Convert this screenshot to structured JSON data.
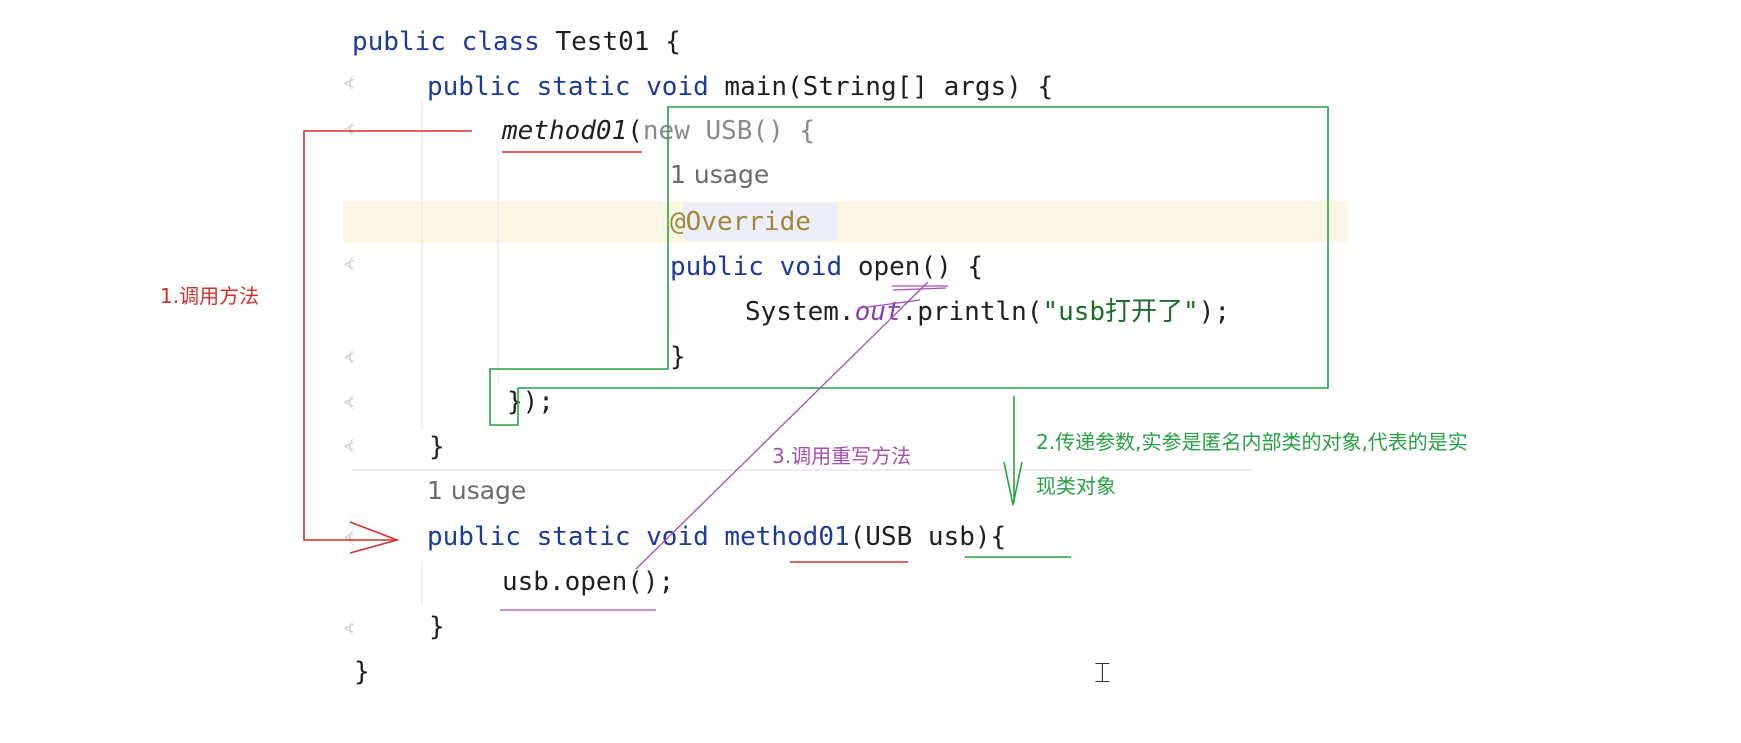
{
  "code": {
    "line1": {
      "kw": "public class",
      "rest": " Test01 {"
    },
    "line2": {
      "kw": "public static void",
      "rest": " main(String[] args) {"
    },
    "line3": {
      "call": "method01",
      "paren": "(",
      "anon": "new USB() {"
    },
    "hint1": "1 usage",
    "line4": {
      "anno": "@Override"
    },
    "line5": {
      "kw": "public void",
      "name": " open",
      "rest": "() {"
    },
    "line6": {
      "pre": "System.",
      "field": "out",
      "post": ".println(",
      "str": "\"usb打开了\"",
      "end": ");"
    },
    "line7": "}",
    "line8": "});",
    "line9": "}",
    "hint2": "1 usage",
    "line10": {
      "kw": "public static void",
      "name": " method01",
      "rest": "(USB usb){"
    },
    "line11": "usb.open();",
    "line12": "}",
    "line13": "}"
  },
  "annotations": {
    "step1": "1.调用方法",
    "step2_line1": "2.传递参数,实参是匿名内部类的对象,代表的是实",
    "step2_line2": "现类对象",
    "step3": "3.调用重写方法"
  },
  "colors": {
    "red": "#d2322c",
    "green": "#27a243",
    "purple": "#a64fb0",
    "keyword": "#1d3a9c"
  }
}
